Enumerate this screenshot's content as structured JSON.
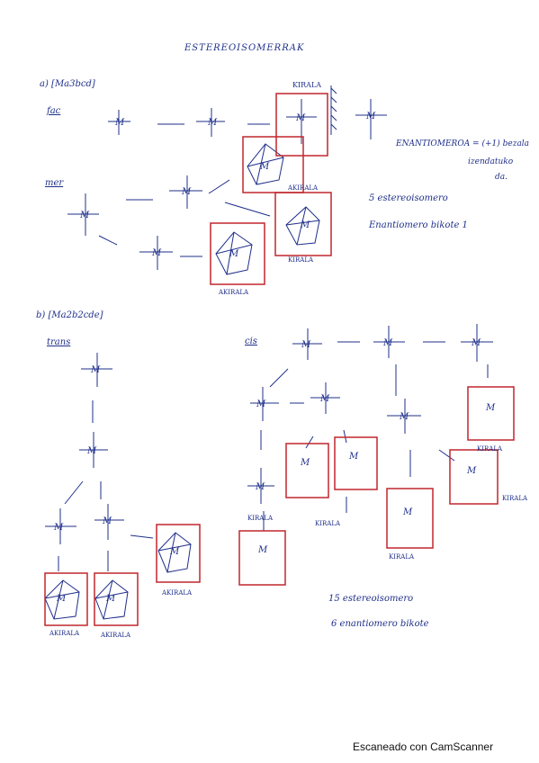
{
  "title": "ESTEREOISOMERRAK",
  "section_a": {
    "heading": "a) [Ma3bcd]",
    "fac_label": "fac",
    "mer_label": "mer",
    "kirala_top": "KIRALA",
    "akirala_1": "AKIRALA",
    "kirala_mid": "KIRALA",
    "akirala_2": "AKIRALA",
    "enantiomer_note_1": "ENANTIOMEROA = (+1) bezala",
    "enantiomer_note_2": "izendatuko",
    "enantiomer_note_3": "da.",
    "summary_1": "5 estereoisomero",
    "summary_2": "Enantiomero bikote 1"
  },
  "section_b": {
    "heading": "b) [Ma2b2cde]",
    "trans_label": "trans",
    "cis_label": "cis",
    "akirala_1": "AKIRALA",
    "akirala_2": "AKIRALA",
    "akirala_3": "AKIRALA",
    "kirala_1": "KIRALA",
    "kirala_2": "KIRALA",
    "kirala_3": "KIRALA",
    "kirala_4": "KIRALA",
    "kirala_5": "KIRALA",
    "summary_1": "15 estereoisomero",
    "summary_2": "6 enantiomero bikote"
  },
  "footer": "Escaneado con CamScanner",
  "colors": {
    "ink": "#1f2f8a",
    "box": "#c0272d"
  }
}
